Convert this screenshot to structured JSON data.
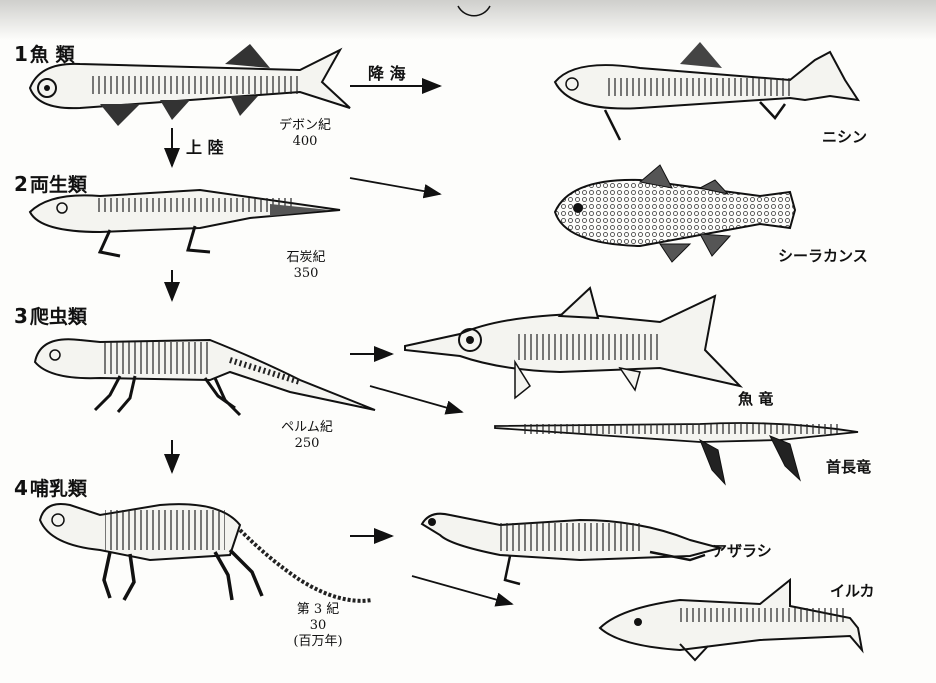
{
  "groups": [
    {
      "num": "1",
      "name": "魚 類"
    },
    {
      "num": "2",
      "name": "両生類"
    },
    {
      "num": "3",
      "name": "爬虫類"
    },
    {
      "num": "4",
      "name": "哺乳類"
    }
  ],
  "periods": [
    {
      "name": "デボン紀",
      "age": "400"
    },
    {
      "name": "石炭紀",
      "age": "350"
    },
    {
      "name": "ペルム紀",
      "age": "250"
    },
    {
      "name": "第 3 紀",
      "age": "30",
      "unit": "(百万年)"
    }
  ],
  "directions": {
    "return_to_sea": "降 海",
    "to_land": "上 陸"
  },
  "animals": {
    "herring": "ニシン",
    "coelacanth": "シーラカンス",
    "ichthyosaur": "魚 竜",
    "plesiosaur": "首長竜",
    "seal": "アザラシ",
    "dolphin": "イルカ"
  }
}
